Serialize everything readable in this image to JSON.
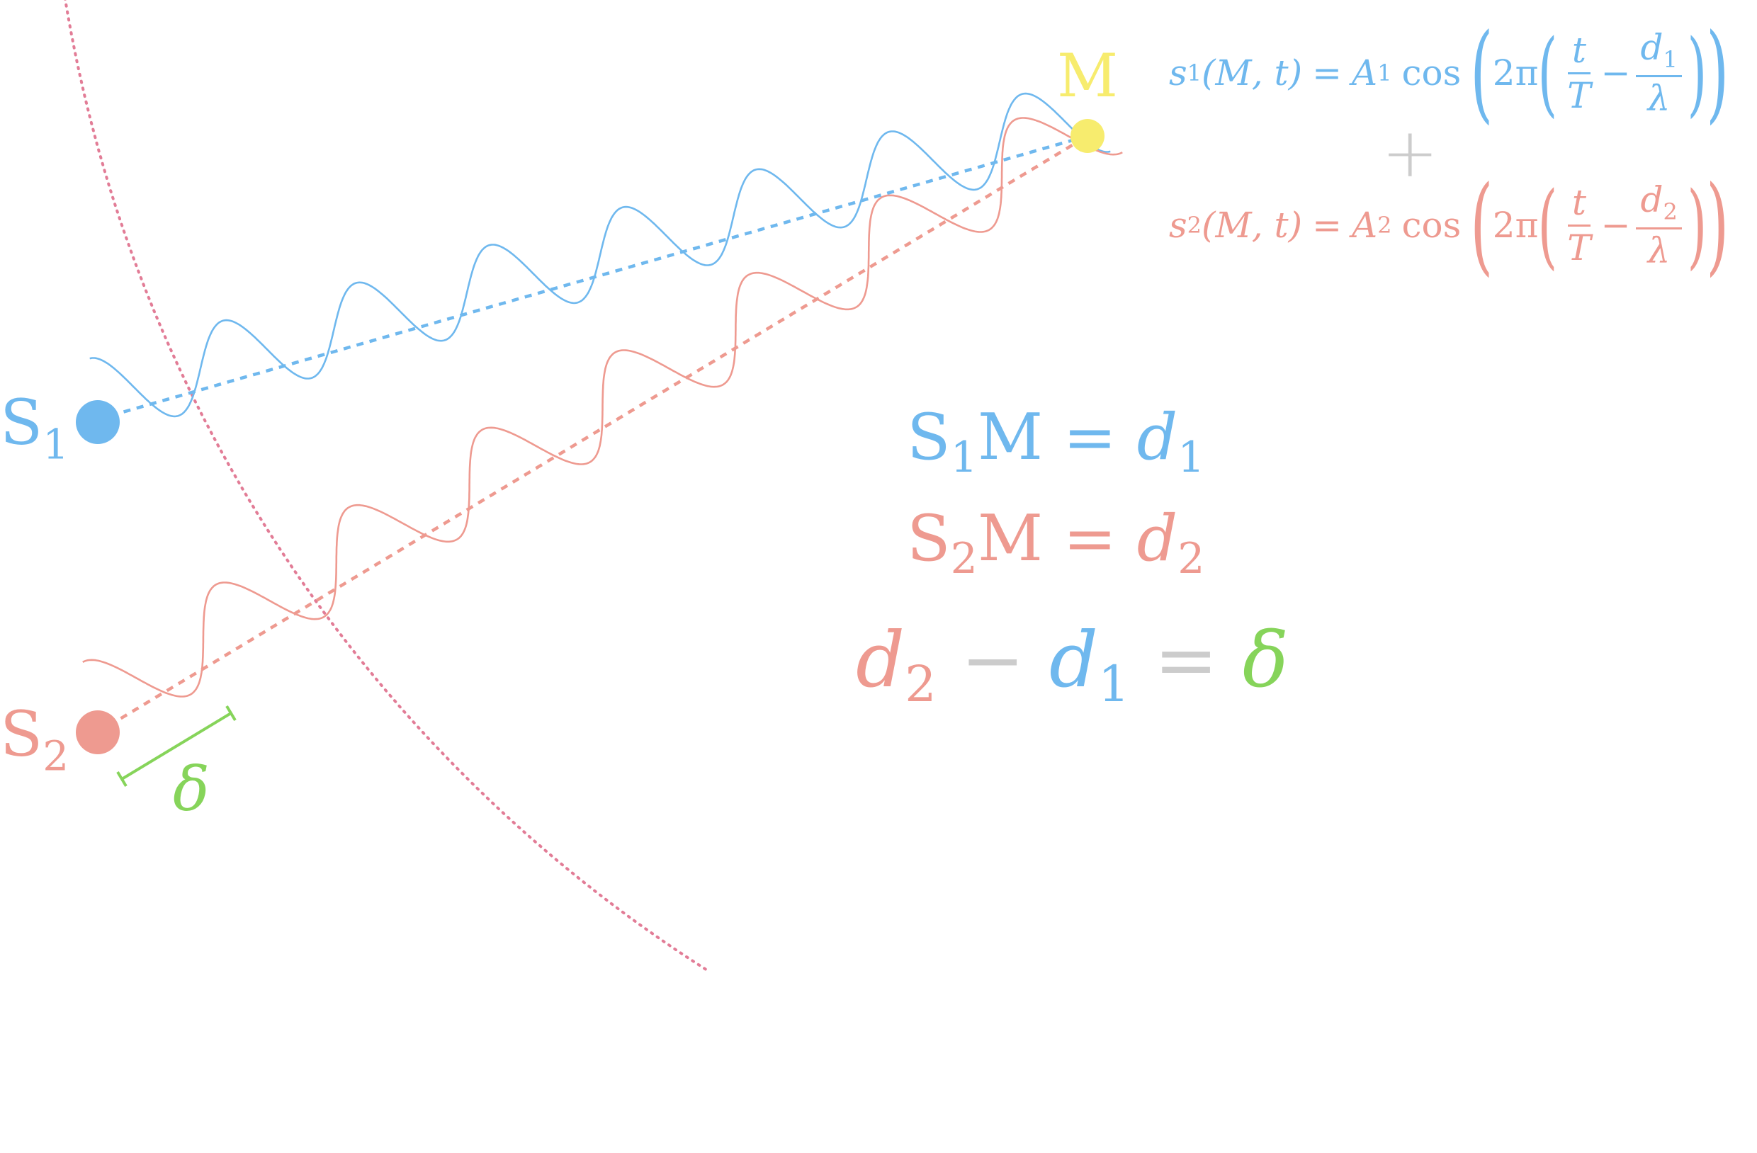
{
  "colors": {
    "source1": "#6fb8ee",
    "source2": "#ee9a90",
    "point_m": "#f7ec6e",
    "delta": "#86d45a",
    "neutral": "#cccccc",
    "circle": "#e27c96"
  },
  "labels": {
    "s1": "S",
    "s1_sub": "1",
    "s2": "S",
    "s2_sub": "2",
    "m": "M",
    "delta": "δ"
  },
  "formula1": {
    "lhs_fn": "s",
    "lhs_sub": "1",
    "lhs_args": "(M, t)",
    "eq": "=",
    "amp": "A",
    "amp_sub": "1",
    "cos": "cos",
    "two_pi": "2π",
    "frac1_num": "t",
    "frac1_den": "T",
    "minus": "−",
    "frac2_num": "d",
    "frac2_num_sub": "1",
    "frac2_den": "λ",
    "lparen": "(",
    "rparen": ")"
  },
  "plus": "+",
  "formula2": {
    "lhs_fn": "s",
    "lhs_sub": "2",
    "lhs_args": "(M, t)",
    "eq": "=",
    "amp": "A",
    "amp_sub": "2",
    "cos": "cos",
    "two_pi": "2π",
    "frac1_num": "t",
    "frac1_den": "T",
    "minus": "−",
    "frac2_num": "d",
    "frac2_num_sub": "2",
    "frac2_den": "λ",
    "lparen": "(",
    "rparen": ")"
  },
  "eq_s1m": {
    "s": "S",
    "s_sub": "1",
    "m": "M",
    "eq": "=",
    "d": "d",
    "d_sub": "1"
  },
  "eq_s2m": {
    "s": "S",
    "s_sub": "2",
    "m": "M",
    "eq": "=",
    "d": "d",
    "d_sub": "2"
  },
  "eq_delta": {
    "d2": "d",
    "d2_sub": "2",
    "minus": "−",
    "d1": "d",
    "d1_sub": "1",
    "eq": "=",
    "delta": "δ"
  }
}
